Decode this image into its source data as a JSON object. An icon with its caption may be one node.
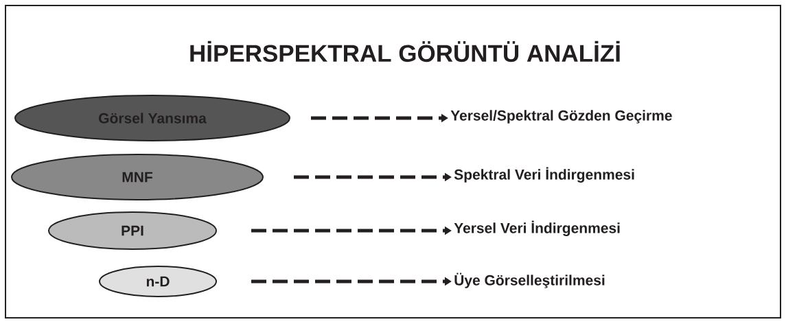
{
  "diagram": {
    "title": "HİPERSPEKTRAL GÖRÜNTÜ ANALİZİ",
    "nodes": [
      {
        "text": [
          "Görsel Yansıma"
        ]
      },
      {
        "text": [
          "MNF"
        ]
      },
      {
        "text": [
          "PPI"
        ]
      },
      {
        "text": [
          "n-D"
        ]
      },
      {
        "text": [
          "Yersel/Spektral Gözden Geçirme"
        ]
      },
      {
        "text": [
          "Spektral Veri İndirgenmesi"
        ]
      },
      {
        "text": [
          "Yersel Veri İndirgenmesi"
        ]
      },
      {
        "text": [
          "Üye Görselleştirilmesi"
        ]
      }
    ],
    "edges": [
      {
        "from": 0,
        "to": 4,
        "arrow": "to",
        "style": "dashed"
      },
      {
        "from": 1,
        "to": 5,
        "arrow": "to",
        "style": "dashed"
      },
      {
        "from": 2,
        "to": 6,
        "arrow": "to",
        "style": "dashed"
      },
      {
        "from": 3,
        "to": 7,
        "arrow": "to",
        "style": "dashed"
      }
    ]
  }
}
